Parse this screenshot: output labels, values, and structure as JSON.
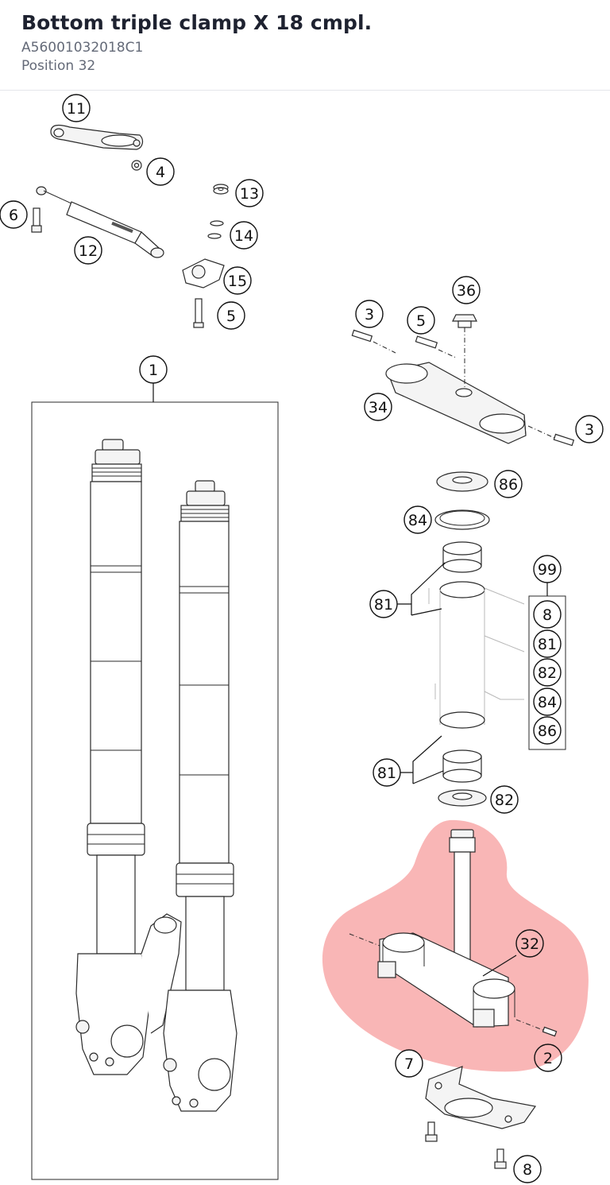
{
  "header": {
    "title": "Bottom triple clamp X 18 cmpl.",
    "part_number": "A56001032018C1",
    "position": "Position 32"
  },
  "highlight": {
    "color": "#f47a7a",
    "position_label": "32"
  },
  "callouts": {
    "c11": "11",
    "c4": "4",
    "c13": "13",
    "c6": "6",
    "c12": "12",
    "c14": "14",
    "c15": "15",
    "c5a": "5",
    "c36": "36",
    "c3a": "3",
    "c5b": "5",
    "c1": "1",
    "c34": "34",
    "c3b": "3",
    "c86": "86",
    "c84": "84",
    "c99": "99",
    "c81a": "81",
    "c81b": "81",
    "c82": "82",
    "c32": "32",
    "c2": "2",
    "c7": "7",
    "c8": "8"
  },
  "kit_99_items": [
    "8",
    "81",
    "82",
    "84",
    "86"
  ]
}
